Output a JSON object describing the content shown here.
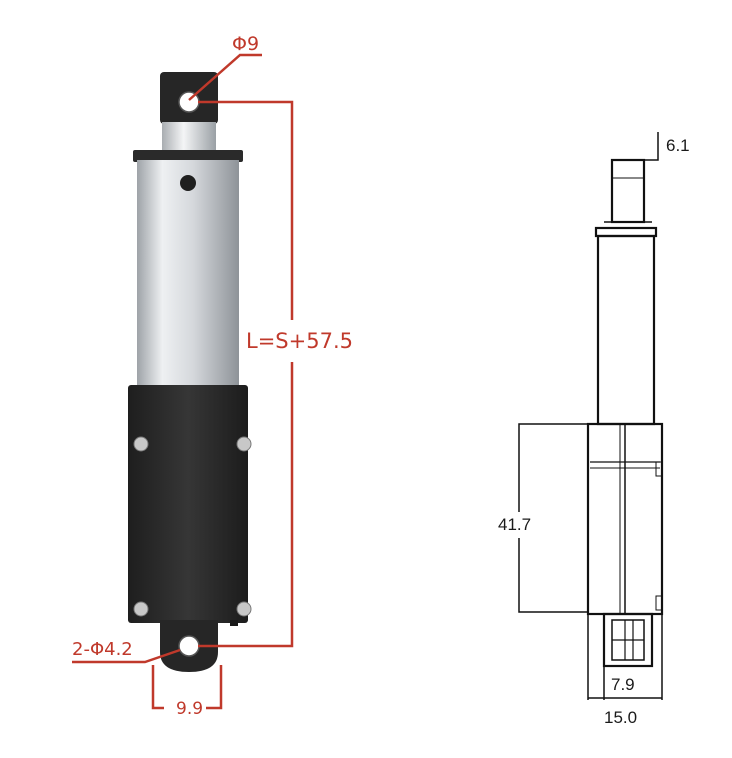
{
  "colors": {
    "dimension_red": "#c0392b",
    "line_black": "#111111",
    "housing_dark": "#2b2b2b",
    "tube_silver": "#d9dcdf"
  },
  "photo_view": {
    "rod_end_hole_label": "Φ9",
    "length_formula_label": "L=S+57.5",
    "mount_holes_label": "2-Φ4.2",
    "clevis_width_label": "9.9"
  },
  "side_view": {
    "top_tab_label": "6.1",
    "housing_height_label": "41.7",
    "clevis_width_label": "7.9",
    "body_width_label": "15.0"
  }
}
